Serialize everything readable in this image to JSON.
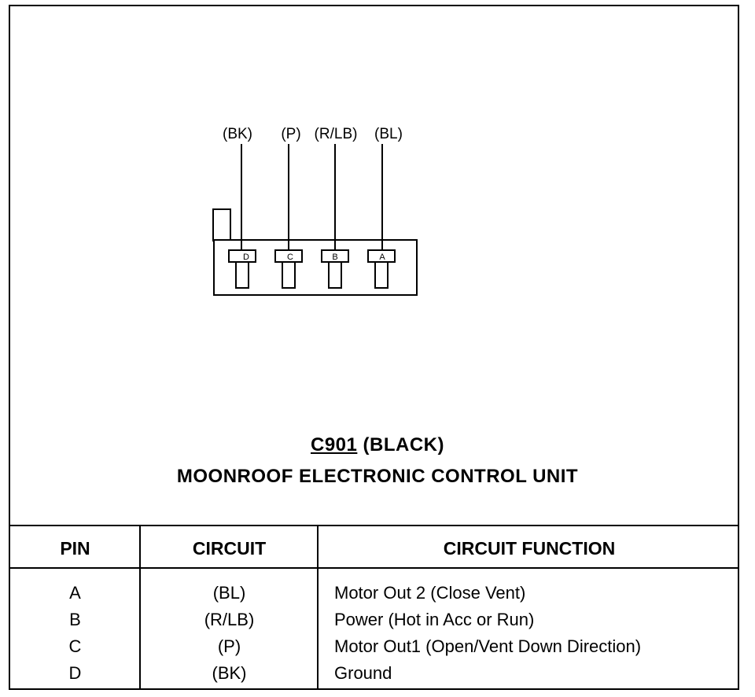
{
  "diagram": {
    "wire_labels": [
      "(BK)",
      "(P)",
      "(R/LB)",
      "(BL)"
    ],
    "pin_labels": [
      "D",
      "C",
      "B",
      "A"
    ]
  },
  "connector": {
    "id": "C901",
    "color": "(BLACK)",
    "name": "MOONROOF ELECTRONIC CONTROL UNIT"
  },
  "table": {
    "headers": [
      "PIN",
      "CIRCUIT",
      "CIRCUIT FUNCTION"
    ],
    "rows": [
      {
        "pin": "A",
        "circuit": "(BL)",
        "function": "Motor Out 2 (Close Vent)"
      },
      {
        "pin": "B",
        "circuit": "(R/LB)",
        "function": "Power (Hot in Acc or Run)"
      },
      {
        "pin": "C",
        "circuit": "(P)",
        "function": "Motor Out1 (Open/Vent Down Direction)"
      },
      {
        "pin": "D",
        "circuit": "(BK)",
        "function": "Ground"
      }
    ]
  }
}
